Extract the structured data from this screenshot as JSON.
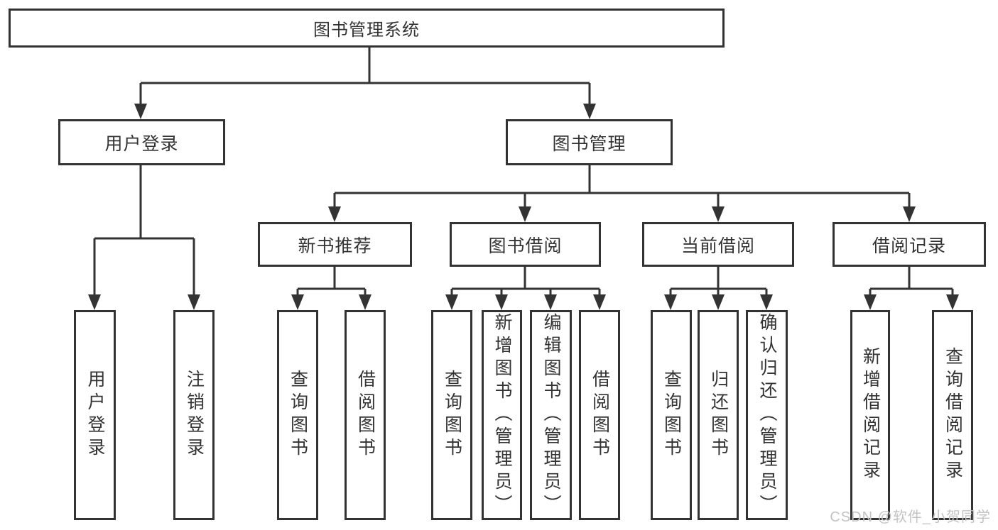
{
  "diagram_title": "图书管理系统",
  "colors": {
    "line": "#333333",
    "box_border": "#333333",
    "text": "#333333",
    "background": "#ffffff",
    "watermark": "#c3c3c3"
  },
  "tree": {
    "root": {
      "label": "图书管理系统"
    },
    "branches": [
      {
        "label": "用户登录",
        "children": [
          {
            "label": "用户登录"
          },
          {
            "label": "注销登录"
          }
        ]
      },
      {
        "label": "图书管理",
        "children": [
          {
            "label": "新书推荐",
            "children": [
              {
                "label": "查询图书"
              },
              {
                "label": "借阅图书"
              }
            ]
          },
          {
            "label": "图书借阅",
            "children": [
              {
                "label": "查询图书"
              },
              {
                "label": "新增图书（管理员）"
              },
              {
                "label": "编辑图书（管理员）"
              },
              {
                "label": "借阅图书"
              }
            ]
          },
          {
            "label": "当前借阅",
            "children": [
              {
                "label": "查询图书"
              },
              {
                "label": "归还图书"
              },
              {
                "label": "确认归还（管理员）"
              }
            ]
          },
          {
            "label": "借阅记录",
            "children": [
              {
                "label": "新增借阅记录"
              },
              {
                "label": "查询借阅记录"
              }
            ]
          }
        ]
      }
    ]
  },
  "watermark": "CSDN @软件_小贺同学"
}
